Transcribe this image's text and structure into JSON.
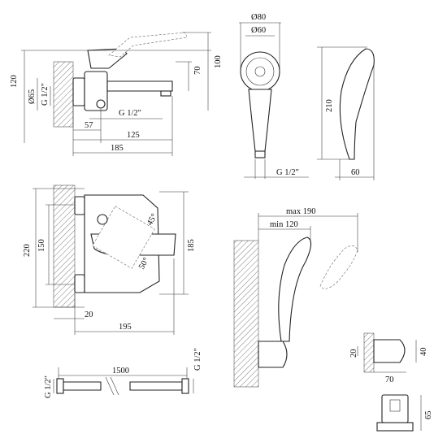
{
  "labels": {
    "d120": "120",
    "d100": "100",
    "d70": "70",
    "d65": "Ø65",
    "g12_top": "G 1/2\"",
    "g12_front": "G 1/2\"",
    "d57": "57",
    "d125": "125",
    "d185_side": "185",
    "o80": "Ø80",
    "o60": "Ø60",
    "d210": "210",
    "g12_handshower": "G 1/2\"",
    "d60": "60",
    "d220": "220",
    "d150": "150",
    "a45": "45°",
    "a50": "50°",
    "d185_front": "185",
    "d20_front": "20",
    "d195": "195",
    "max190": "max 190",
    "min120": "min 120",
    "d20_holder": "20",
    "d40": "40",
    "d70_holder": "70",
    "d65_holder": "65",
    "d1500": "1500",
    "g12_hose_left": "G 1/2\"",
    "g12_hose_right": "G 1/2\""
  }
}
